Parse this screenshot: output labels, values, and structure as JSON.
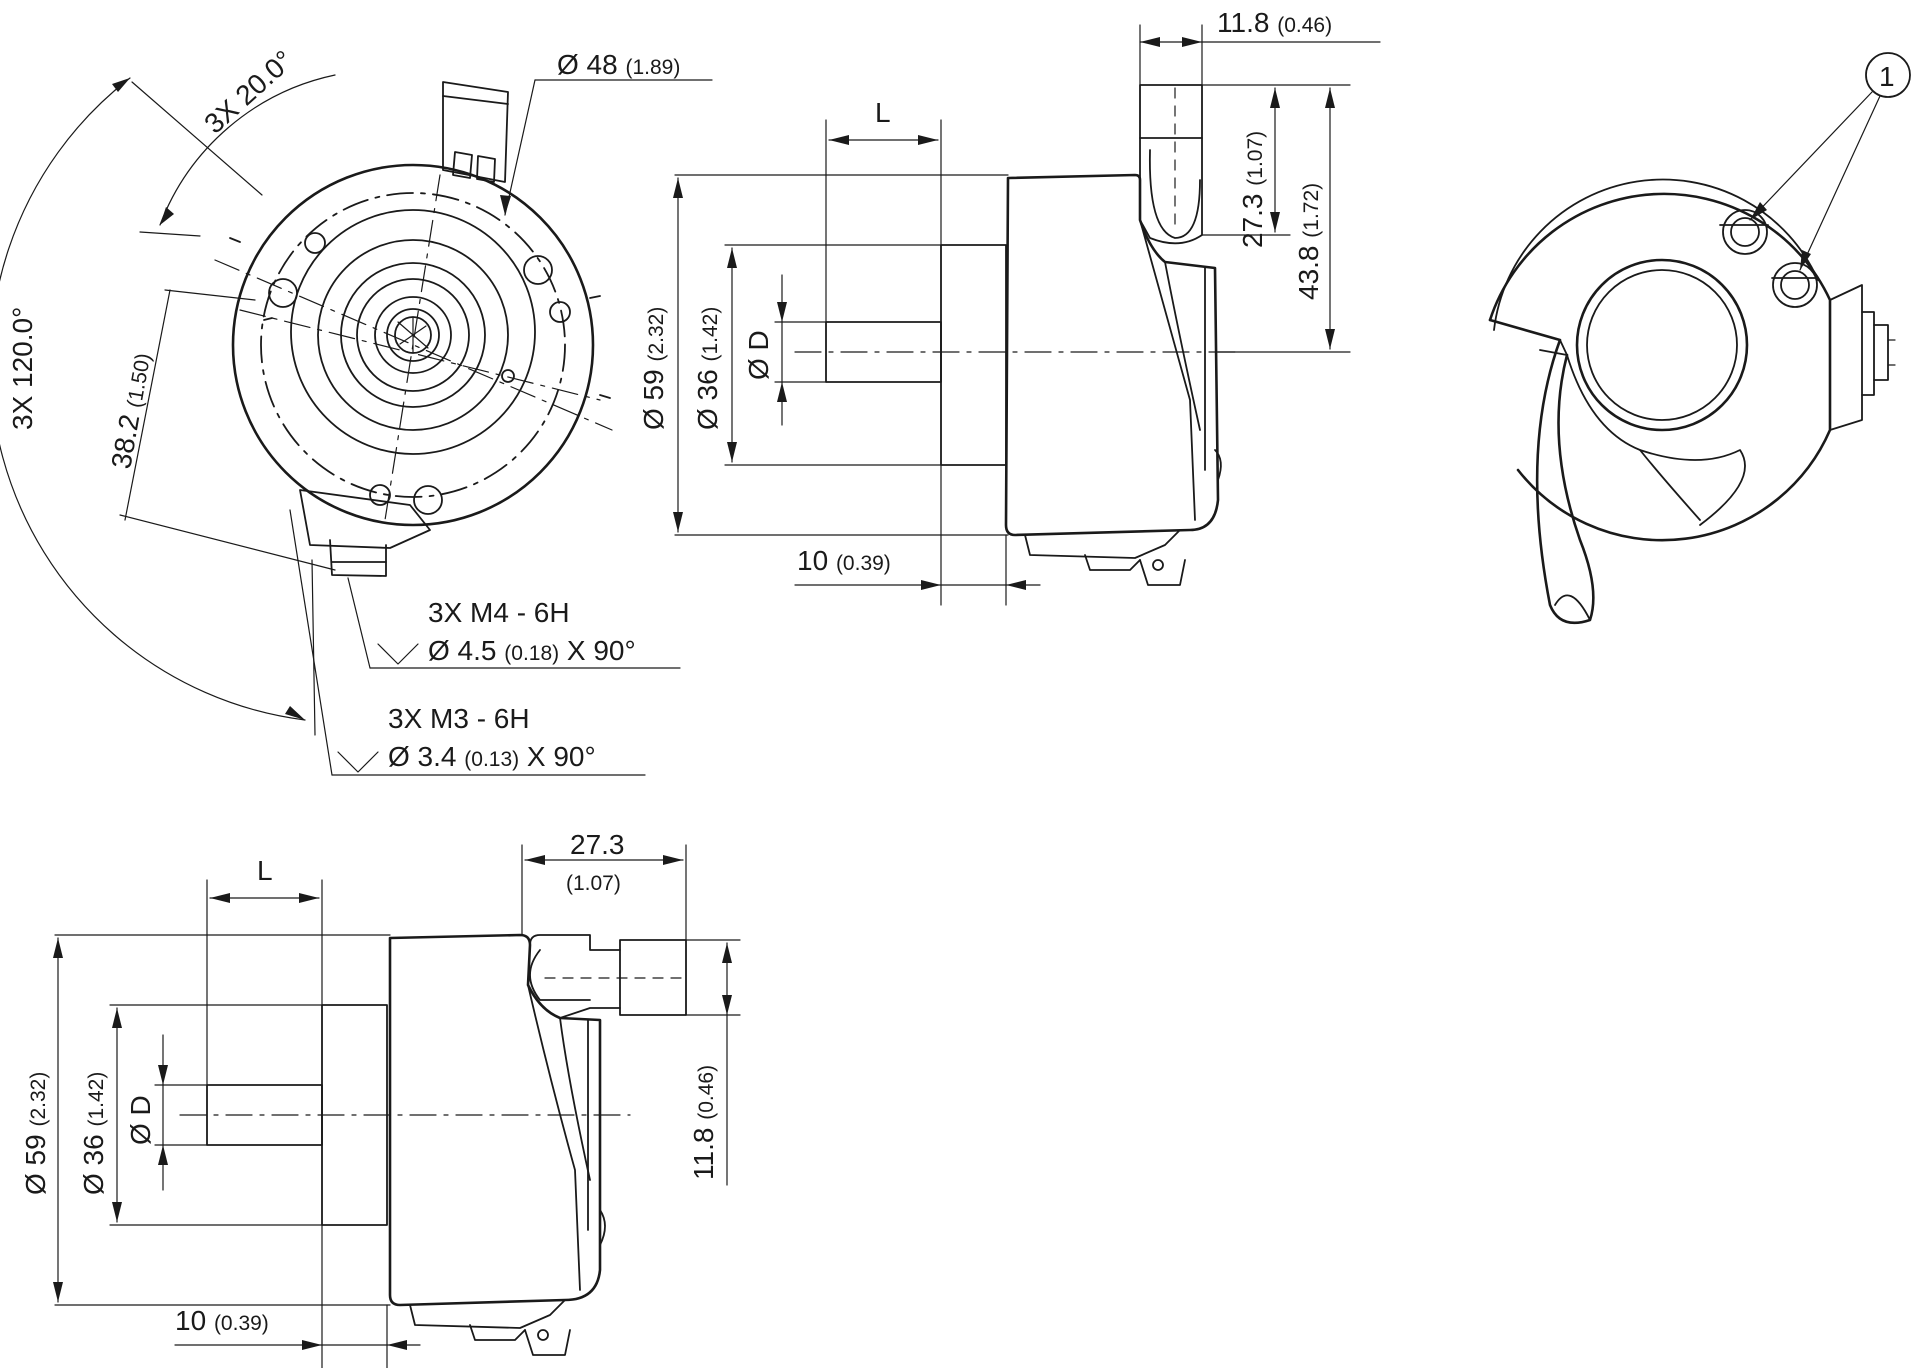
{
  "front_view": {
    "diameter_main": "Ø 48",
    "diameter_main_in": "(1.89)",
    "angle_small": "3X 20.0°",
    "angle_large": "3X 120.0°",
    "bolt_radius": "38.2",
    "bolt_radius_in": "(1.50)",
    "thread_m4": "3X M4 - 6H",
    "counter_m4": "Ø 4.5",
    "counter_m4_in": "(0.18)",
    "counter_m4_angle": "X 90°",
    "thread_m3": "3X M3 - 6H",
    "counter_m3": "Ø 3.4",
    "counter_m3_in": "(0.13)",
    "counter_m3_angle": "X 90°"
  },
  "side_view_top": {
    "connector_offset": "11.8",
    "connector_offset_in": "(0.46)",
    "shaft_length": "L",
    "height_a": "27.3",
    "height_a_in": "(1.07)",
    "height_b": "43.8",
    "height_b_in": "(1.72)",
    "outer_diameter": "Ø 59",
    "outer_diameter_in": "(2.32)",
    "spigot_diameter": "Ø 36",
    "spigot_diameter_in": "(1.42)",
    "shaft_diameter": "Ø D",
    "spigot_length": "10",
    "spigot_length_in": "(0.39)"
  },
  "side_view_bottom": {
    "connector_depth": "27.3",
    "connector_depth_in": "(1.07)",
    "shaft_length": "L",
    "outer_diameter": "Ø 59",
    "outer_diameter_in": "(2.32)",
    "spigot_diameter": "Ø 36",
    "spigot_diameter_in": "(1.42)",
    "shaft_diameter": "Ø D",
    "connector_offset": "11.8",
    "connector_offset_in": "(0.46)",
    "spigot_length": "10",
    "spigot_length_in": "(0.39)"
  },
  "rear_view": {
    "callout_number": "1"
  }
}
